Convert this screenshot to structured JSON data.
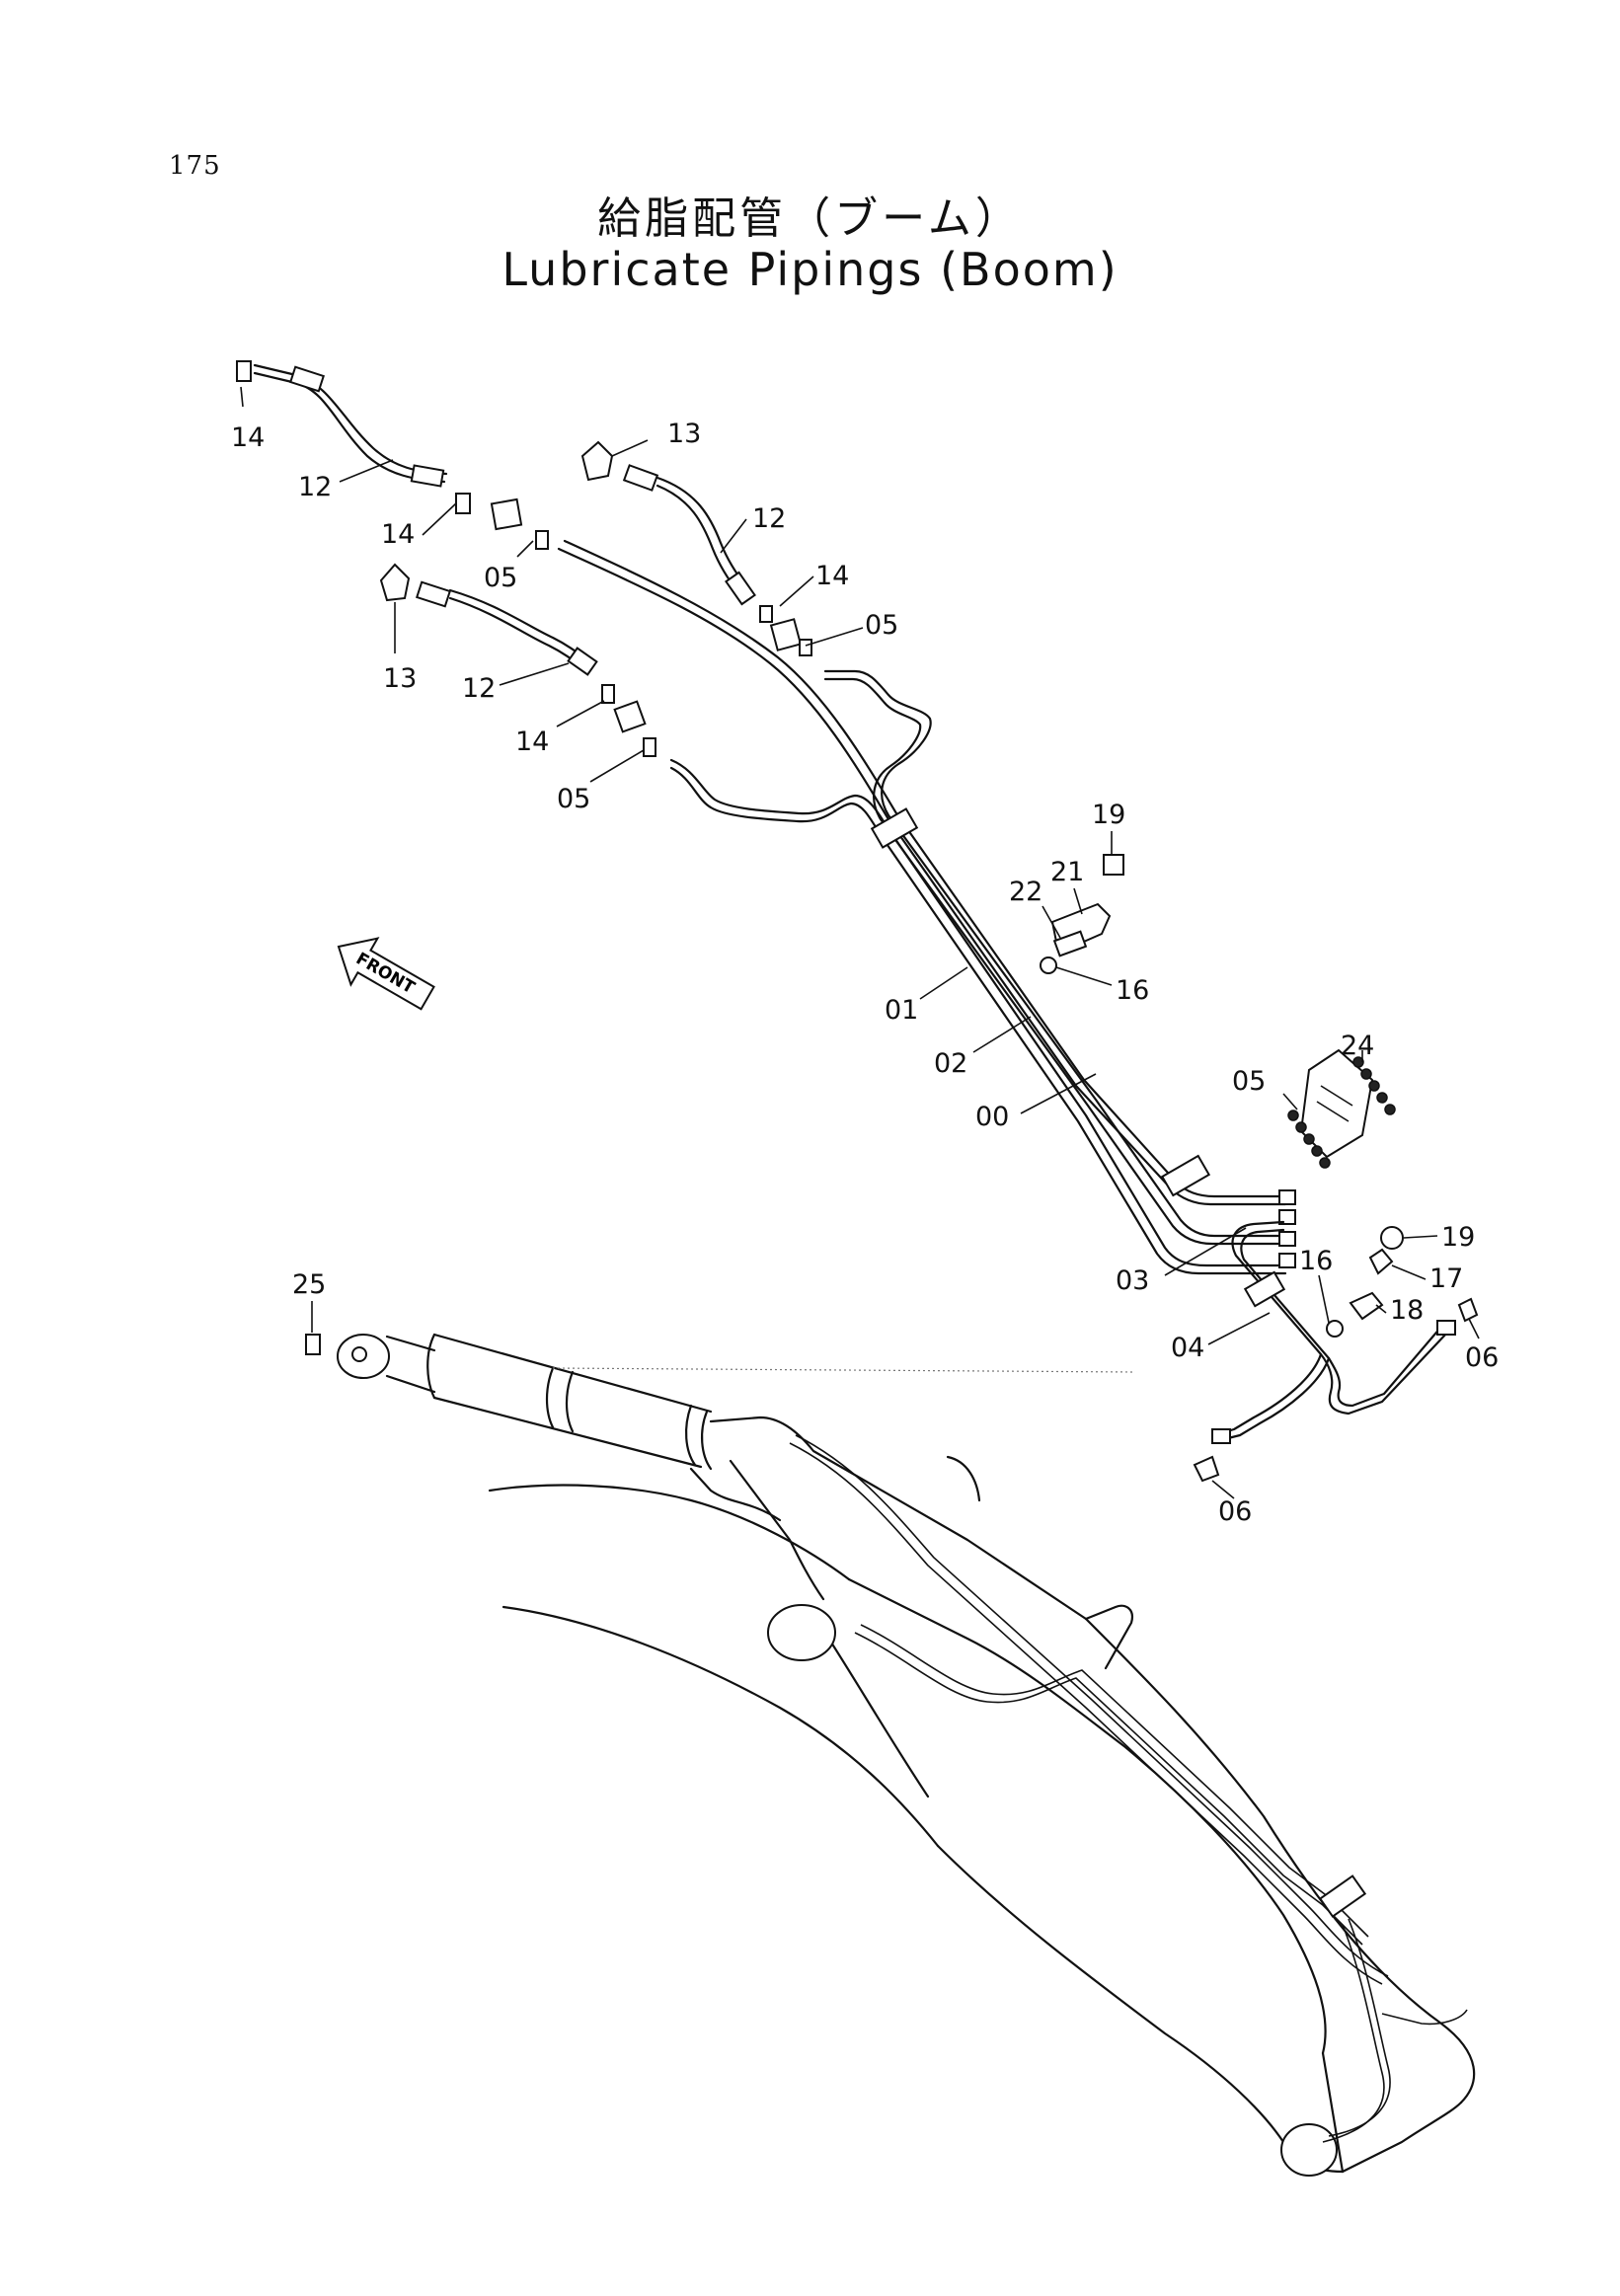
{
  "page_number": "175",
  "title_jp": "給脂配管（ブーム）",
  "title_en": "Lubricate Pipings (Boom)",
  "front_arrow_label": "FRONT",
  "callouts": [
    {
      "id": "c14a",
      "text": "14"
    },
    {
      "id": "c12a",
      "text": "12"
    },
    {
      "id": "c13a",
      "text": "13"
    },
    {
      "id": "c12b",
      "text": "12"
    },
    {
      "id": "c14b",
      "text": "14"
    },
    {
      "id": "c05a",
      "text": "05"
    },
    {
      "id": "c14c",
      "text": "14"
    },
    {
      "id": "c05b",
      "text": "05"
    },
    {
      "id": "c13b",
      "text": "13"
    },
    {
      "id": "c12c",
      "text": "12"
    },
    {
      "id": "c14d",
      "text": "14"
    },
    {
      "id": "c05c",
      "text": "05"
    },
    {
      "id": "c19a",
      "text": "19"
    },
    {
      "id": "c21",
      "text": "21"
    },
    {
      "id": "c22",
      "text": "22"
    },
    {
      "id": "c16a",
      "text": "16"
    },
    {
      "id": "c01",
      "text": "01"
    },
    {
      "id": "c02",
      "text": "02"
    },
    {
      "id": "c00",
      "text": "00"
    },
    {
      "id": "c24",
      "text": "24"
    },
    {
      "id": "c05d",
      "text": "05"
    },
    {
      "id": "c19b",
      "text": "19"
    },
    {
      "id": "c17",
      "text": "17"
    },
    {
      "id": "c16b",
      "text": "16"
    },
    {
      "id": "c18",
      "text": "18"
    },
    {
      "id": "c03",
      "text": "03"
    },
    {
      "id": "c04",
      "text": "04"
    },
    {
      "id": "c06a",
      "text": "06"
    },
    {
      "id": "c06b",
      "text": "06"
    },
    {
      "id": "c25",
      "text": "25"
    }
  ]
}
